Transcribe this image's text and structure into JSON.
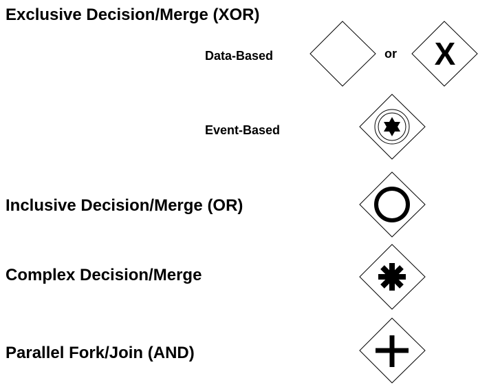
{
  "gateways": {
    "exclusive": {
      "title": "Exclusive Decision/Merge (XOR)",
      "data_based_label": "Data-Based",
      "or_label": "or",
      "event_based_label": "Event-Based"
    },
    "inclusive": {
      "title": "Inclusive Decision/Merge (OR)"
    },
    "complex": {
      "title": "Complex Decision/Merge"
    },
    "parallel": {
      "title": "Parallel Fork/Join (AND)"
    }
  },
  "icons": {
    "data_based_empty": "diamond-icon",
    "data_based_x": "diamond-x-icon",
    "event_based": "diamond-double-circle-star-icon",
    "inclusive": "diamond-circle-icon",
    "complex": "diamond-asterisk-icon",
    "parallel": "diamond-plus-icon"
  }
}
